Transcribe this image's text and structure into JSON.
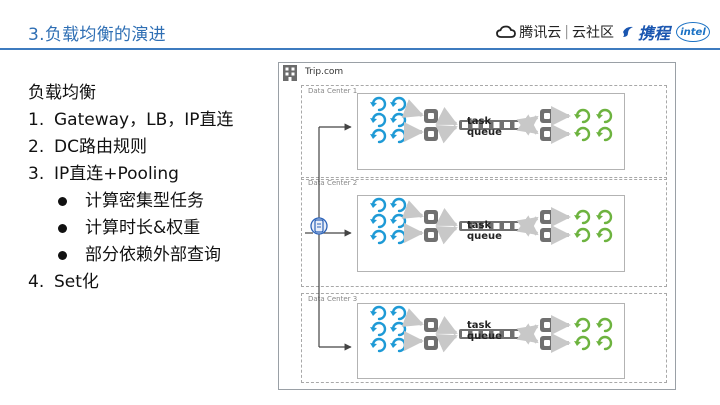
{
  "slide": {
    "title": "3.负载均衡的演进"
  },
  "logos": {
    "tencent": "腾讯云",
    "separator": "|",
    "community": "云社区",
    "ctrip": "携程",
    "intel": "intel"
  },
  "content": {
    "heading": "负载均衡",
    "items": [
      {
        "num": "1.",
        "text": "Gateway，LB，IP直连"
      },
      {
        "num": "2.",
        "text": "DC路由规则"
      },
      {
        "num": "3.",
        "text": "IP直连+Pooling"
      }
    ],
    "subitems": [
      "计算密集型任务",
      "计算时长&权重",
      "部分依赖外部查询"
    ],
    "last_item": {
      "num": "4.",
      "text": "Set化"
    }
  },
  "diagram": {
    "company": "Trip.com",
    "data_centers": [
      {
        "label": "Data Center 1",
        "queue_line1": "task",
        "queue_line2": "queue"
      },
      {
        "label": "Data Center 2",
        "queue_line1": "task",
        "queue_line2": "queue"
      },
      {
        "label": "Data Center 3",
        "queue_line1": "task",
        "queue_line2": "queue"
      }
    ],
    "colors": {
      "producer": "#1e9ad6",
      "consumer": "#6db33f",
      "queue": "#707070",
      "router": "#2b62b8"
    }
  }
}
